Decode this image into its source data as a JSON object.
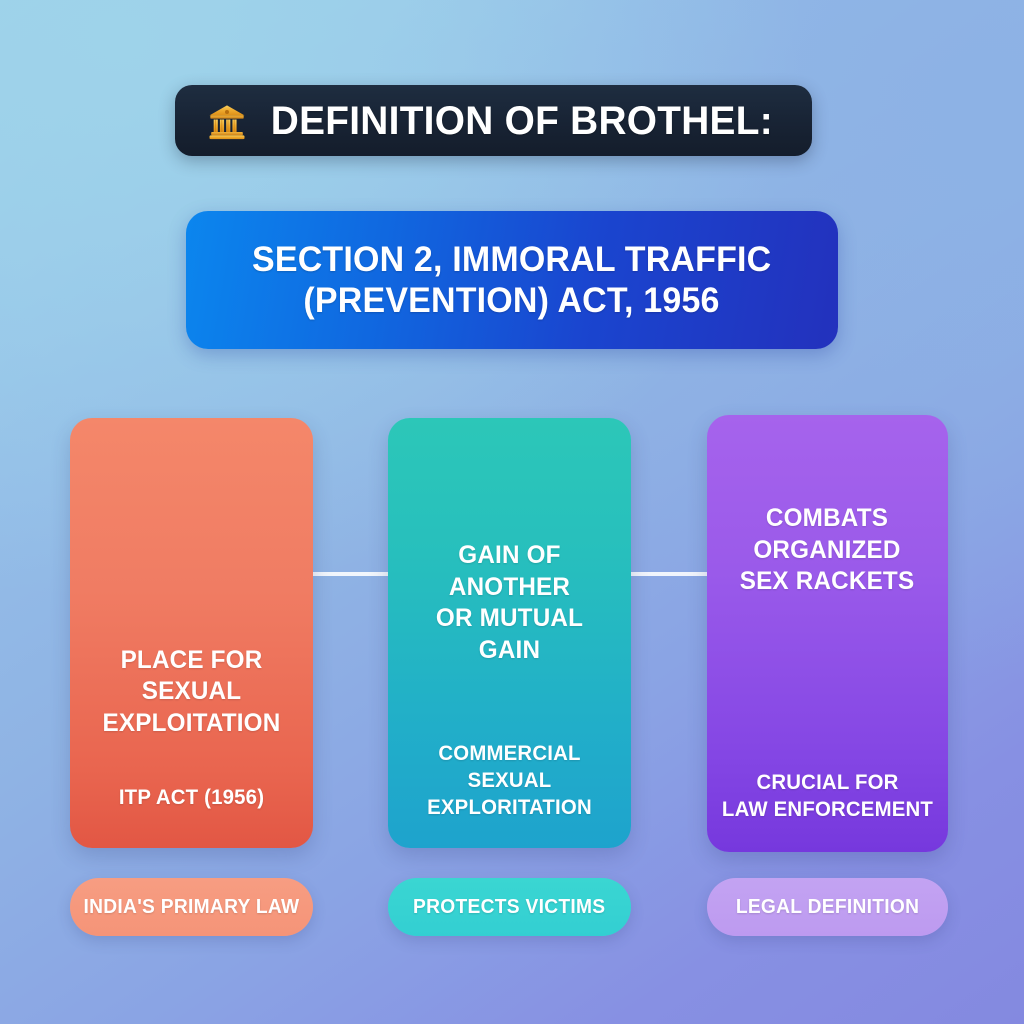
{
  "header": {
    "icon": "bank-building-icon",
    "title": "DEFINITION OF BROTHEL:",
    "background_color": "#182334",
    "text_color": "#ffffff"
  },
  "subtitle": {
    "line1": "SECTION 2, IMMORAL TRAFFIC",
    "line2": "(PREVENTION) ACT, 1956",
    "gradient_from": "#0b86ee",
    "gradient_to": "#2331bd",
    "text_color": "#ffffff"
  },
  "cards": [
    {
      "title_line1": "PLACE FOR SEXUAL",
      "title_line2": "EXPLOITATION",
      "footer_line1": "ITP ACT (1956)",
      "footer_line2": "",
      "color_top": "#f4876a",
      "color_bottom": "#e25744",
      "pill_label": "INDIA'S PRIMARY LAW",
      "pill_color": "#f59478"
    },
    {
      "title_line1": "GAIN OF ANOTHER",
      "title_line2": "OR MUTUAL GAIN",
      "footer_line1": "COMMERCIAL",
      "footer_line2": "SEXUAL EXPLORITATION",
      "color_top": "#2cc7b8",
      "color_bottom": "#1ea3cd",
      "pill_label": "PROTECTS VICTIMS",
      "pill_color": "#33cfd2"
    },
    {
      "title_line1": "COMBATS",
      "title_line2": "ORGANIZED",
      "title_line3": "SEX RACKETS",
      "footer_line1": "CRUCIAL FOR",
      "footer_line2": "LAW ENFORCEMENT",
      "color_top": "#a663ec",
      "color_bottom": "#7638dd",
      "pill_label": "LEGAL DEFINITION",
      "pill_color": "#bd9af0"
    }
  ],
  "background": {
    "gradient_from": "#9ed2ea",
    "gradient_to": "#8489e0"
  }
}
